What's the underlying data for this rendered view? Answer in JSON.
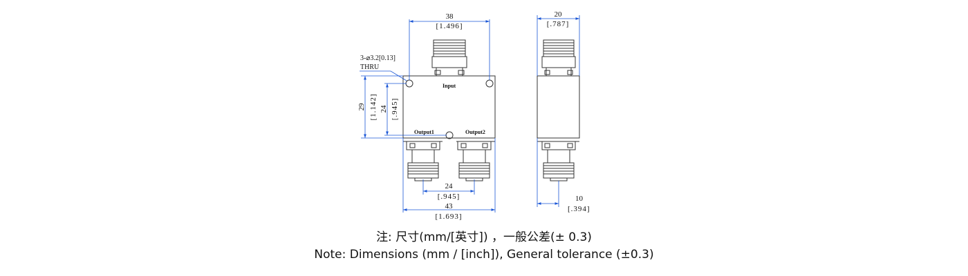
{
  "front_view": {
    "top_width": "38",
    "top_width_in": "[1.496]",
    "hole_note_line1": "3-⌀3.2[0.13]",
    "hole_note_line2": "THRU",
    "port_input": "Input",
    "port_output1": "Output1",
    "port_output2": "Output2",
    "height_outer": "29",
    "height_outer_in": "[1.142]",
    "height_inner": "24",
    "height_inner_in": "[.945]",
    "port_spacing": "24",
    "port_spacing_in": "[.945]",
    "overall_width": "43",
    "overall_width_in": "[1.693]"
  },
  "side_view": {
    "width": "20",
    "width_in": "[.787]",
    "offset": "10",
    "offset_in": "[.394]"
  },
  "notes": {
    "line_cn": "注: 尺寸(mm/[英寸]) ，一般公差(± 0.3)",
    "line_en": "Note: Dimensions (mm / [inch]), General tolerance (±0.3)"
  },
  "colors": {
    "outline": "#333333",
    "dimension": "#1a56d6"
  }
}
